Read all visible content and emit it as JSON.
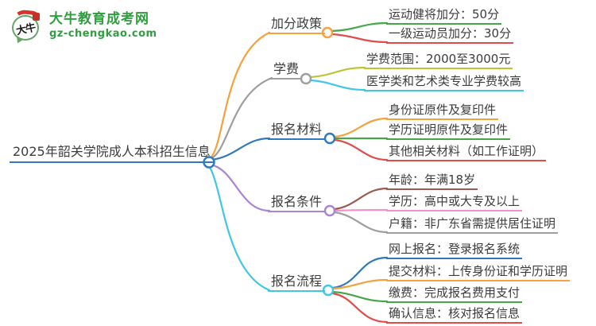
{
  "logo": {
    "icon_text": "大牛",
    "title": "大牛教育成考网",
    "domain": "gz-chengkao.com",
    "brand_color": "#2f9e3f"
  },
  "colors": {
    "root_line": "#2e79c0",
    "orange": "#f5a13d",
    "green": "#47a647",
    "red": "#e04b4b",
    "gray": "#9e9e9e",
    "olive": "#bfc437",
    "cyan": "#3fc8e6",
    "blue": "#3179be",
    "purple": "#a884d4",
    "brown": "#9a5b50",
    "pink": "#f48fd0",
    "text": "#3c3c3c"
  },
  "mindmap": {
    "root": "2025年韶关学院成人本科招生信息",
    "branches": [
      {
        "label": "加分政策",
        "color": "#f5a13d",
        "children": [
          {
            "label": "运动健将加分：50分",
            "color": "#47a647"
          },
          {
            "label": "一级运动员加分：30分",
            "color": "#e04b4b"
          }
        ]
      },
      {
        "label": "学费",
        "color": "#9e9e9e",
        "children": [
          {
            "label": "学费范围：2000至3000元",
            "color": "#bfc437"
          },
          {
            "label": "医学类和艺术类专业学费较高",
            "color": "#3fc8e6"
          }
        ]
      },
      {
        "label": "报名材料",
        "color": "#3179be",
        "children": [
          {
            "label": "身份证原件及复印件",
            "color": "#f5a13d"
          },
          {
            "label": "学历证明原件及复印件",
            "color": "#47a647"
          },
          {
            "label": "其他相关材料（如工作证明）",
            "color": "#e04b4b"
          }
        ]
      },
      {
        "label": "报名条件",
        "color": "#a884d4",
        "children": [
          {
            "label": "年龄：年满18岁",
            "color": "#9a5b50"
          },
          {
            "label": "学历：高中或大专及以上",
            "color": "#f48fd0"
          },
          {
            "label": "户籍：非广东省需提供居住证明",
            "color": "#9e9e9e"
          }
        ]
      },
      {
        "label": "报名流程",
        "color": "#3fc8e6",
        "children": [
          {
            "label": "网上报名：登录报名系统",
            "color": "#3179be"
          },
          {
            "label": "提交材料：上传身份证和学历证明",
            "color": "#f5a13d"
          },
          {
            "label": "缴费：完成报名费用支付",
            "color": "#47a647"
          },
          {
            "label": "确认信息：核对报名信息",
            "color": "#e04b4b"
          }
        ]
      }
    ]
  }
}
